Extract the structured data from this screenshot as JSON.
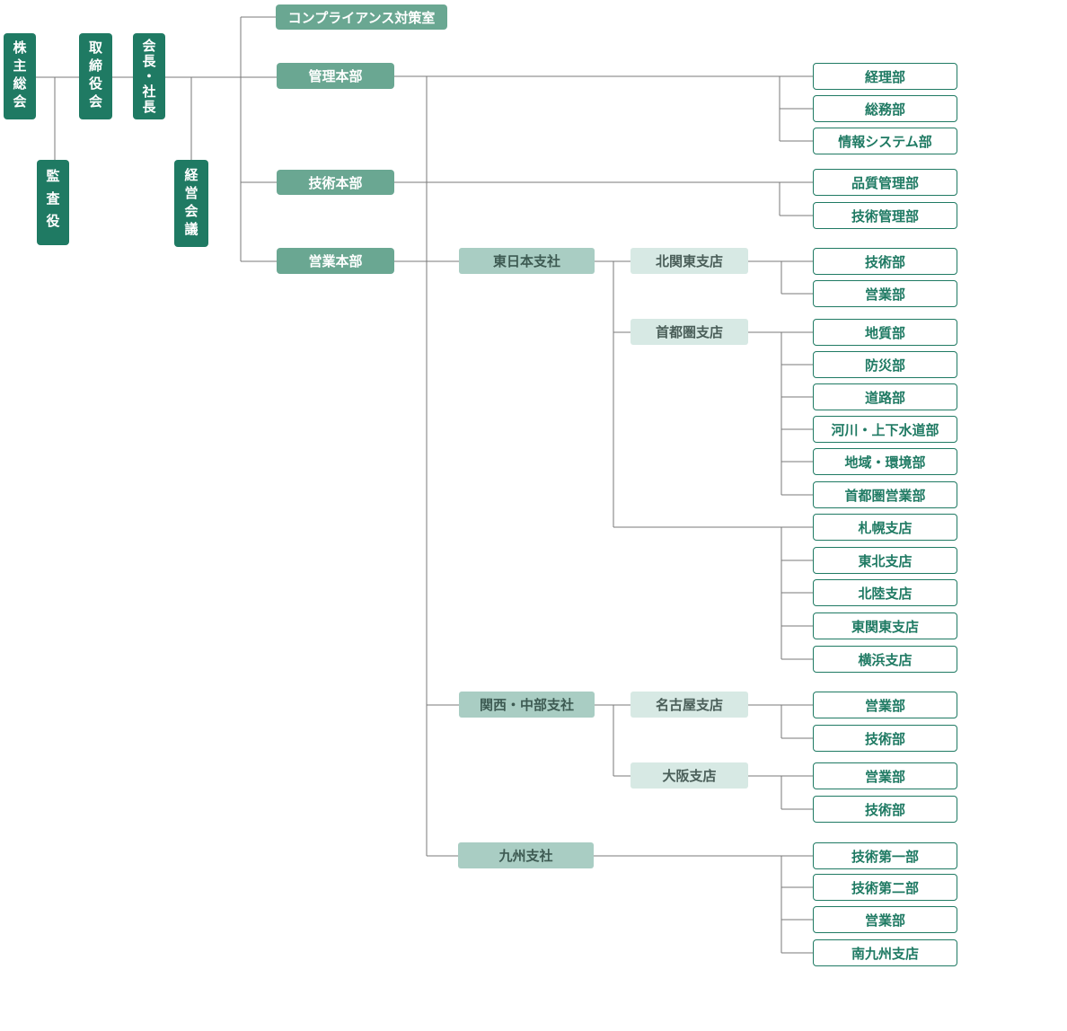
{
  "top": {
    "shareholders": "株主総会",
    "auditor": "監査役",
    "board": "取締役会",
    "president": "会長・社長",
    "mgmt_meeting": "経営会議"
  },
  "compliance": "コンプライアンス対策室",
  "hq_admin": {
    "label": "管理本部",
    "depts": [
      "経理部",
      "総務部",
      "情報システム部"
    ]
  },
  "hq_tech": {
    "label": "技術本部",
    "depts": [
      "品質管理部",
      "技術管理部"
    ]
  },
  "hq_sales": {
    "label": "営業本部",
    "east": {
      "label": "東日本支社",
      "kitakanto": {
        "label": "北関東支店",
        "depts": [
          "技術部",
          "営業部"
        ]
      },
      "shutoken": {
        "label": "首都圏支店",
        "depts": [
          "地質部",
          "防災部",
          "道路部",
          "河川・上下水道部",
          "地域・環境部",
          "首都圏営業部"
        ]
      },
      "branches": [
        "札幌支店",
        "東北支店",
        "北陸支店",
        "東関東支店",
        "横浜支店"
      ]
    },
    "kansai": {
      "label": "関西・中部支社",
      "nagoya": {
        "label": "名古屋支店",
        "depts": [
          "営業部",
          "技術部"
        ]
      },
      "osaka": {
        "label": "大阪支店",
        "depts": [
          "営業部",
          "技術部"
        ]
      }
    },
    "kyushu": {
      "label": "九州支社",
      "depts": [
        "技術第一部",
        "技術第二部",
        "営業部",
        "南九州支店"
      ]
    }
  }
}
